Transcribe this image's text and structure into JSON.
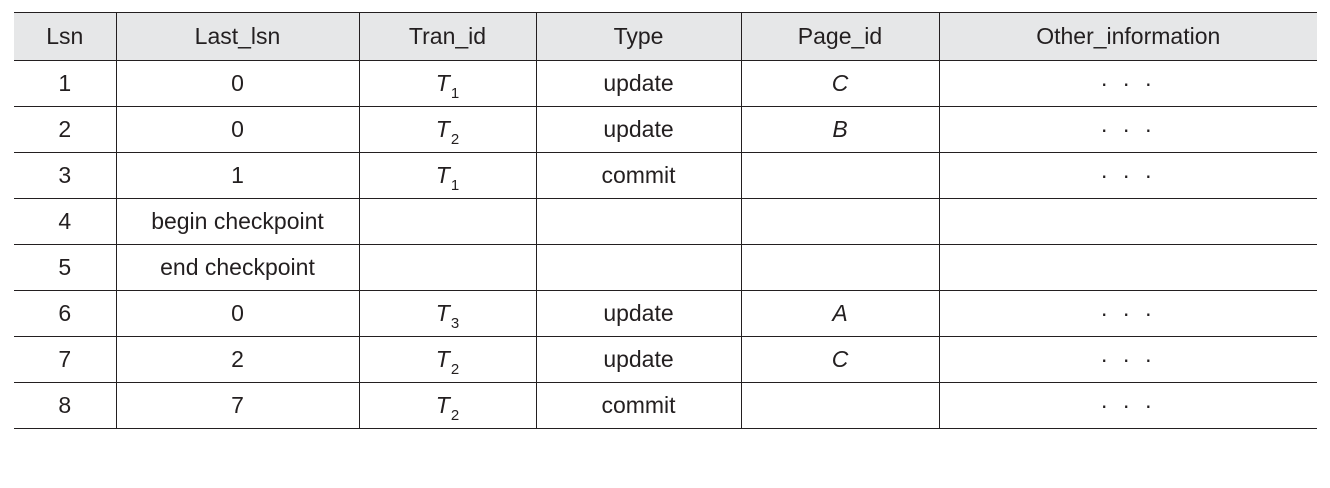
{
  "table": {
    "headers": [
      "Lsn",
      "Last_lsn",
      "Tran_id",
      "Type",
      "Page_id",
      "Other_information"
    ],
    "rows": [
      {
        "lsn": "1",
        "last_lsn": "0",
        "tran_base": "T",
        "tran_sub": "1",
        "type": "update",
        "page_id": "C",
        "other": "· · ·"
      },
      {
        "lsn": "2",
        "last_lsn": "0",
        "tran_base": "T",
        "tran_sub": "2",
        "type": "update",
        "page_id": "B",
        "other": "· · ·"
      },
      {
        "lsn": "3",
        "last_lsn": "1",
        "tran_base": "T",
        "tran_sub": "1",
        "type": "commit",
        "page_id": "",
        "other": "· · ·"
      },
      {
        "lsn": "4",
        "last_lsn": "begin checkpoint",
        "tran_base": "",
        "tran_sub": "",
        "type": "",
        "page_id": "",
        "other": ""
      },
      {
        "lsn": "5",
        "last_lsn": "end checkpoint",
        "tran_base": "",
        "tran_sub": "",
        "type": "",
        "page_id": "",
        "other": ""
      },
      {
        "lsn": "6",
        "last_lsn": "0",
        "tran_base": "T",
        "tran_sub": "3",
        "type": "update",
        "page_id": "A",
        "other": "· · ·"
      },
      {
        "lsn": "7",
        "last_lsn": "2",
        "tran_base": "T",
        "tran_sub": "2",
        "type": "update",
        "page_id": "C",
        "other": "· · ·"
      },
      {
        "lsn": "8",
        "last_lsn": "7",
        "tran_base": "T",
        "tran_sub": "2",
        "type": "commit",
        "page_id": "",
        "other": "· · ·"
      }
    ]
  },
  "colors": {
    "header_background": "#e6e7e8",
    "rule_color": "#231f20",
    "text_color": "#231f20"
  }
}
